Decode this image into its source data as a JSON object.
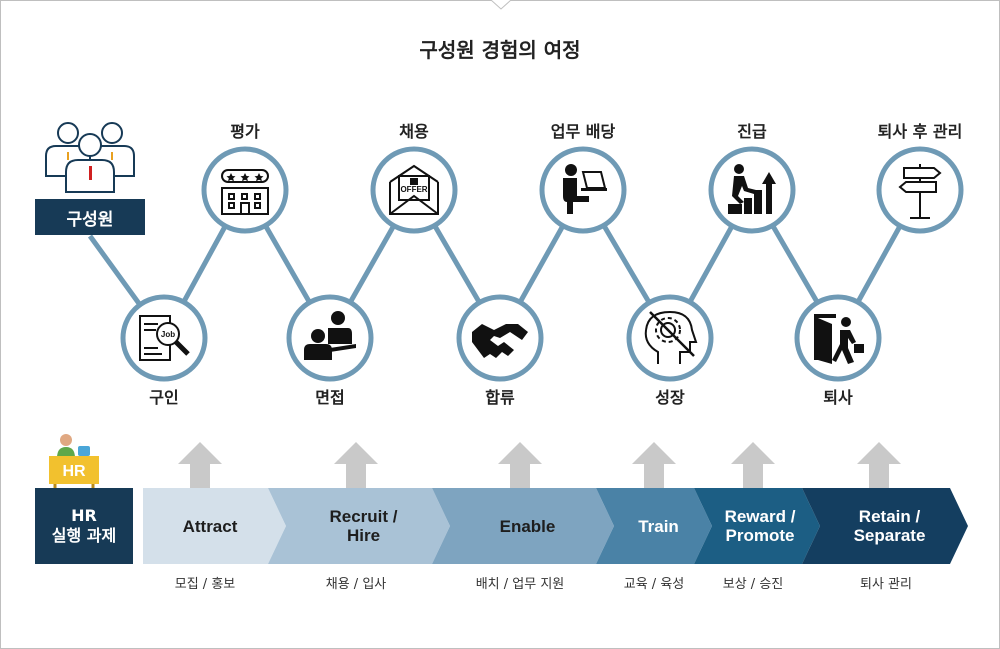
{
  "title": "구성원 경험의 여정",
  "member_label": "구성원",
  "top_stages": [
    "평가",
    "채용",
    "업무 배당",
    "진급",
    "퇴사 후 관리"
  ],
  "bottom_stages": [
    "구인",
    "면접",
    "합류",
    "성장",
    "퇴사"
  ],
  "hr_icon_text": "HR",
  "hr_box": {
    "line1": "HR",
    "line2": "실행 과제"
  },
  "tasks": [
    {
      "line1": "Attract",
      "line2": "",
      "sub": "모집 / 홍보",
      "color": "#d4e0ea"
    },
    {
      "line1": "Recruit /",
      "line2": "Hire",
      "sub": "채용 / 입사",
      "color": "#a9c2d6"
    },
    {
      "line1": "Enable",
      "line2": "",
      "sub": "배치 / 업무 지원",
      "color": "#7ea4c0"
    },
    {
      "line1": "Train",
      "line2": "",
      "sub": "교육 / 육성",
      "color": "#4a82a6"
    },
    {
      "line1": "Reward /",
      "line2": "Promote",
      "sub": "보상 / 승진",
      "color": "#1c5e84"
    },
    {
      "line1": "Retain /",
      "line2": "Separate",
      "sub": "퇴사 관리",
      "color": "#143e60"
    }
  ],
  "icon_texts": {
    "job": "Job",
    "offer": "OFFER"
  },
  "colors": {
    "navy": "#173a56",
    "ring": "#6f9ab5",
    "arrow_gray": "#c9c9c9"
  }
}
